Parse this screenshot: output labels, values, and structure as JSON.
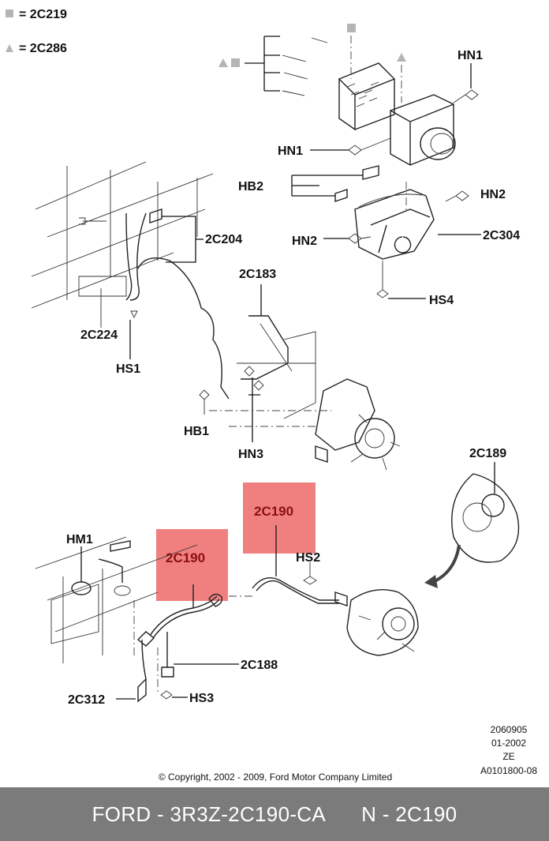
{
  "legend": [
    {
      "symbol": "square",
      "text": "= 2C219"
    },
    {
      "symbol": "triangle",
      "text": "= 2C286"
    }
  ],
  "labels": {
    "hn1_top": "HN1",
    "hn1_mid": "HN1",
    "hb2": "HB2",
    "hn2_right": "HN2",
    "hn2_left": "HN2",
    "c2c304": "2C304",
    "hs4": "HS4",
    "c2c204": "2C204",
    "c2c183": "2C183",
    "c2c224": "2C224",
    "hs1": "HS1",
    "hb1": "HB1",
    "hn3": "HN3",
    "c2c189": "2C189",
    "c2c190_right": "2C190",
    "c2c190_left": "2C190",
    "hm1": "HM1",
    "hs2": "HS2",
    "c2c188": "2C188",
    "c2c312": "2C312",
    "hs3": "HS3"
  },
  "codes": [
    "2060905",
    "01-2002",
    "ZE",
    "A0101800-08"
  ],
  "copyright": "© Copyright, 2002 - 2009, Ford Motor Company Limited",
  "footer": {
    "brand_part": "FORD - 3R3Z-2C190-CA",
    "catalog": "N - 2C190"
  },
  "colors": {
    "highlight": "#f08080",
    "highlight_text": "#8b1010",
    "footer_bg": "#7b7b7b"
  }
}
